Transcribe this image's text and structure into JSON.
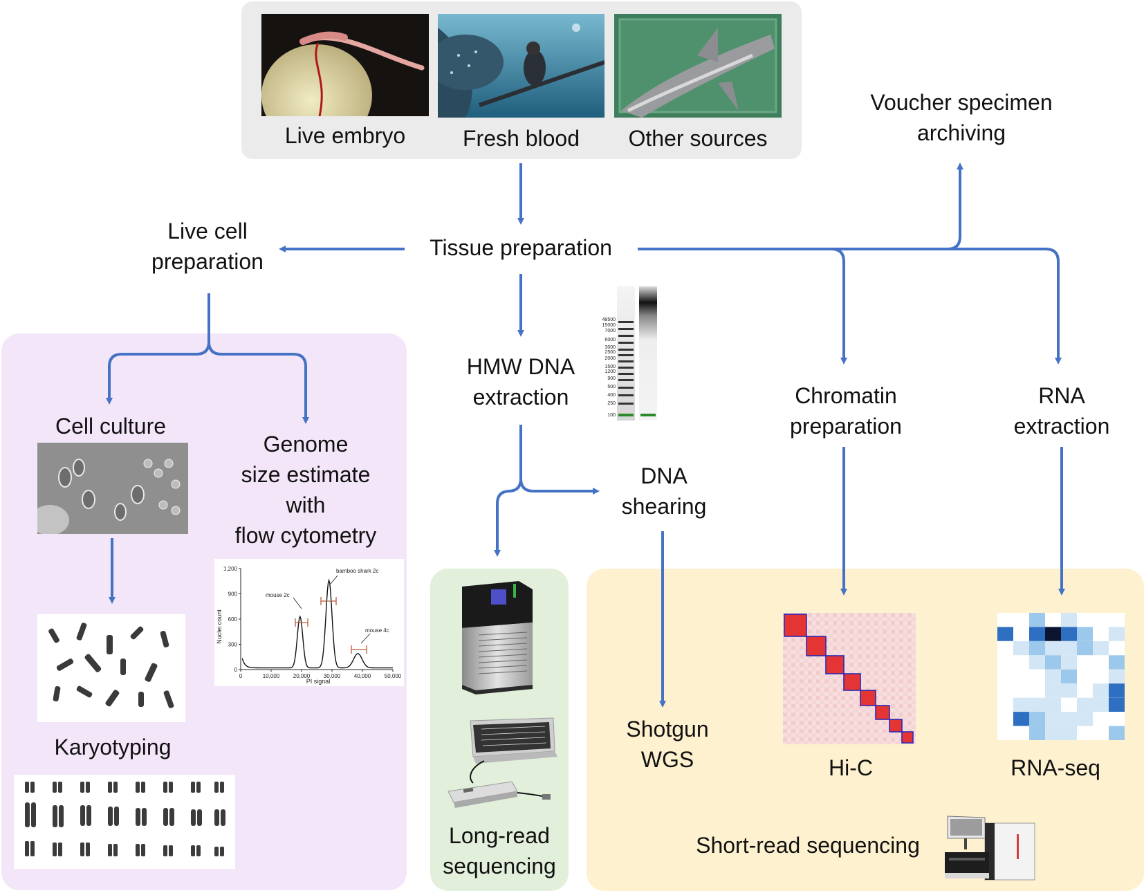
{
  "sources": {
    "embryo_label": "Live embryo",
    "blood_label": "Fresh blood",
    "other_label": "Other sources"
  },
  "nodes": {
    "tissue_preparation": "Tissue preparation",
    "voucher_line1": "Voucher specimen",
    "voucher_line2": "archiving",
    "live_cell_line1": "Live cell",
    "live_cell_line2": "preparation",
    "hmw_line1": "HMW DNA",
    "hmw_line2": "extraction",
    "dna_shearing_line1": "DNA",
    "dna_shearing_line2": "shearing",
    "chromatin_line1": "Chromatin",
    "chromatin_line2": "preparation",
    "rna_line1": "RNA",
    "rna_line2": "extraction",
    "cell_culture": "Cell culture",
    "genome_size_line1": "Genome",
    "genome_size_line2": "size estimate",
    "genome_size_line3": "with",
    "genome_size_line4": "flow cytometry",
    "karyotyping": "Karyotyping",
    "long_read_line1": "Long-read",
    "long_read_line2": "sequencing",
    "shotgun_line1": "Shotgun",
    "shotgun_line2": "WGS",
    "hic": "Hi-C",
    "rnaseq": "RNA-seq",
    "short_read": "Short-read sequencing"
  },
  "gel_ladder": [
    "48500",
    "15000",
    "7000",
    "6000",
    "3000",
    "2500",
    "2000",
    "1500",
    "1200",
    "900",
    "500",
    "400",
    "250",
    "100"
  ],
  "flow_chart": {
    "type": "line",
    "xlabel": "PI signal",
    "ylabel": "Nuclei count",
    "xlim": [
      0,
      50000
    ],
    "ylim": [
      0,
      1200
    ],
    "xticks": [
      "0",
      "10,000",
      "20,000",
      "30,000",
      "40,000",
      "50,000"
    ],
    "yticks": [
      "0",
      "300",
      "600",
      "900",
      "1,200"
    ],
    "annotations": [
      "mouse 2c",
      "bamboo shark 2c",
      "mouse 4c"
    ]
  },
  "colors": {
    "arrow": "#4472C4",
    "source_panel": "#ebebeb",
    "live_cell_panel": "#f4e6f9",
    "long_read_panel": "#e2efda",
    "short_read_panel": "#fdf1cf"
  }
}
